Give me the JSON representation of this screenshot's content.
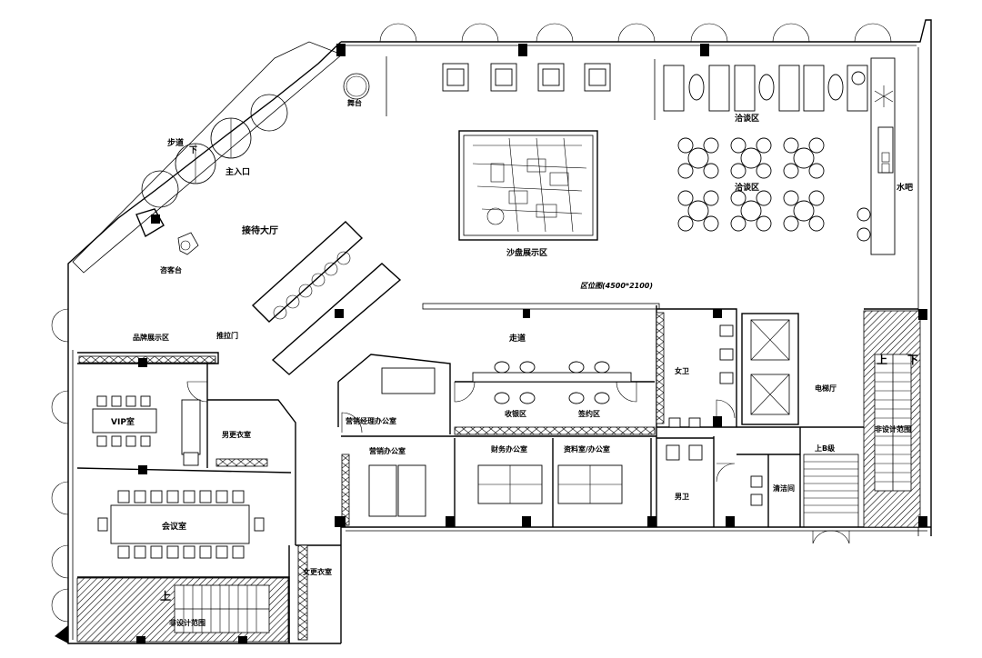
{
  "labels": {
    "corridor_top": "步道",
    "down_top": "下",
    "main_entrance": "主入口",
    "stage": "舞台",
    "reception_hall": "接待大厅",
    "info_desk": "咨客台",
    "sand_table_area": "沙盘展示区",
    "location_map": "区位图(4500*2100)",
    "negotiation_area_top": "洽谈区",
    "negotiation_area_mid": "洽谈区",
    "water_bar": "水吧",
    "brand_display": "品牌展示区",
    "sliding_door": "推拉门",
    "walkway": "走道",
    "vip_room": "VIP室",
    "male_locker": "男更衣室",
    "sales_manager_office": "营销经理办公室",
    "cashier_area": "收银区",
    "signing_area": "签约区",
    "female_wc": "女卫",
    "elevator_hall": "电梯厅",
    "up_stair": "上",
    "down_stair": "下",
    "fire_stair_right": "非设计范围",
    "b_up": "上B级",
    "sales_office": "营销办公室",
    "finance_office": "财务办公室",
    "archive_office": "资料室/办公室",
    "male_wc": "男卫",
    "cleaning_room": "清洁间",
    "meeting_room": "会议室",
    "female_locker": "女更衣室",
    "up_left": "上",
    "fire_stair_left": "非设计范围"
  },
  "colors": {
    "line": "#000000",
    "background": "#ffffff"
  },
  "icons": [
    "elevator-icon",
    "toilet-icon",
    "sink-icon",
    "stair-icon",
    "door-swing-icon"
  ]
}
